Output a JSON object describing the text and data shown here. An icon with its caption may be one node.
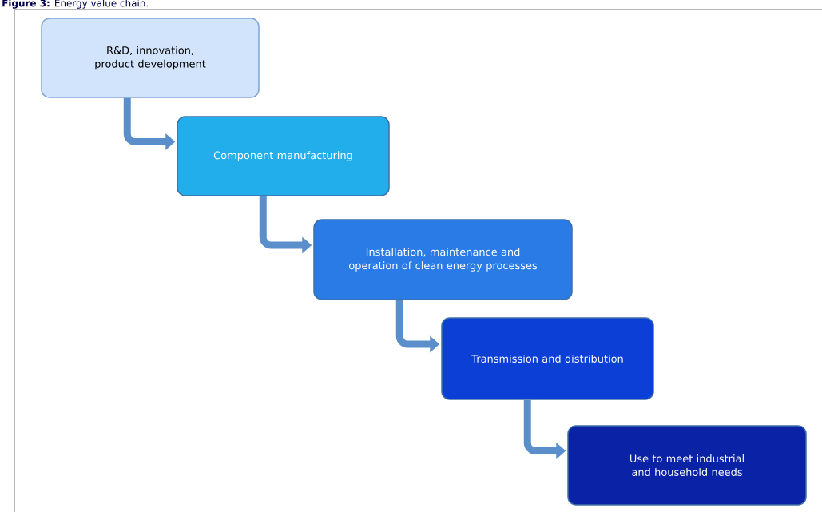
{
  "diagram": {
    "title": "**Figure 3:** Energy value chain.",
    "nodes": [
      {
        "text": [
          "R&D, innovation, product development"
        ]
      },
      {
        "text": [
          "Component manufacturing"
        ]
      },
      {
        "text": [
          "Installation, maintenance and operation of clean energy processes"
        ]
      },
      {
        "text": [
          "Transmission and distribution"
        ]
      },
      {
        "text": [
          "Use to meet industrial and household needs"
        ]
      }
    ],
    "edges": [
      {
        "from": 0,
        "to": 1,
        "arrow": "to"
      },
      {
        "from": 1,
        "to": 2,
        "arrow": "to"
      },
      {
        "from": 2,
        "to": 3,
        "arrow": "to"
      },
      {
        "from": 3,
        "to": 4,
        "arrow": "to"
      }
    ]
  }
}
